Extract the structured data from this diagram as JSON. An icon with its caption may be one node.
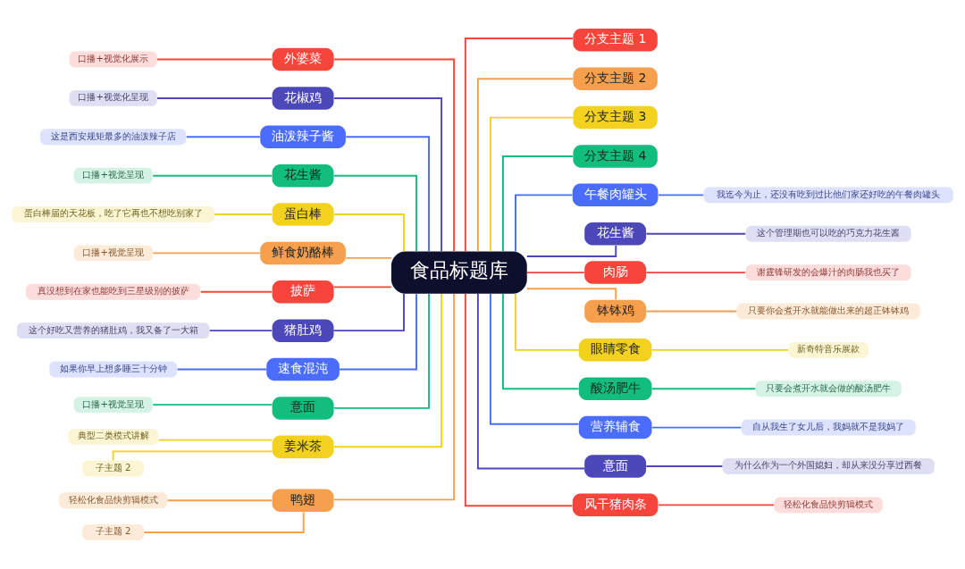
{
  "diagram": {
    "nodes": [
      {
        "text": [
          "食品标题库"
        ]
      },
      {
        "text": [
          "外婆菜"
        ]
      },
      {
        "text": [
          "口播+视觉化展示"
        ]
      },
      {
        "text": [
          "花椒鸡"
        ]
      },
      {
        "text": [
          "口播+视觉化呈现"
        ]
      },
      {
        "text": [
          "油泼辣子酱"
        ]
      },
      {
        "text": [
          "这是西安规矩最多的油泼辣子店"
        ]
      },
      {
        "text": [
          "花生酱"
        ]
      },
      {
        "text": [
          "口播+视觉呈现"
        ]
      },
      {
        "text": [
          "蛋白棒"
        ]
      },
      {
        "text": [
          "蛋白棒届的天花板，吃了它再也不想吃别家了"
        ]
      },
      {
        "text": [
          "鲜食奶酪棒"
        ]
      },
      {
        "text": [
          "口播+视觉呈现"
        ]
      },
      {
        "text": [
          "披萨"
        ]
      },
      {
        "text": [
          "真没想到在家也能吃到三星级别的披萨"
        ]
      },
      {
        "text": [
          "猪肚鸡"
        ]
      },
      {
        "text": [
          "这个好吃又营养的猪肚鸡，我又备了一大箱"
        ]
      },
      {
        "text": [
          "速食混沌"
        ]
      },
      {
        "text": [
          "如果你早上想多睡三十分钟"
        ]
      },
      {
        "text": [
          "意面"
        ]
      },
      {
        "text": [
          "口播+视觉呈现"
        ]
      },
      {
        "text": [
          "姜米茶"
        ]
      },
      {
        "text": [
          "典型二类模式讲解"
        ]
      },
      {
        "text": [
          "子主题 2"
        ]
      },
      {
        "text": [
          "鸭翅"
        ]
      },
      {
        "text": [
          "轻松化食品快剪辑模式"
        ]
      },
      {
        "text": [
          "子主题 2"
        ]
      },
      {
        "text": [
          "分支主题 1"
        ]
      },
      {
        "text": [
          "分支主题 2"
        ]
      },
      {
        "text": [
          "分支主题 3"
        ]
      },
      {
        "text": [
          "分支主题 4"
        ]
      },
      {
        "text": [
          "午餐肉罐头"
        ]
      },
      {
        "text": [
          "我迄今为止，还没有吃到过比他们家还好吃的午餐肉罐头"
        ]
      },
      {
        "text": [
          "花生酱"
        ]
      },
      {
        "text": [
          "这个管理期也可以吃的巧克力花生酱"
        ]
      },
      {
        "text": [
          "肉肠"
        ]
      },
      {
        "text": [
          "谢霆锋研发的会爆汁的肉肠我也买了"
        ]
      },
      {
        "text": [
          "钵钵鸡"
        ]
      },
      {
        "text": [
          "只要你会煮开水就能做出来的超正钵钵鸡"
        ]
      },
      {
        "text": [
          "眼睛零食"
        ]
      },
      {
        "text": [
          "新奇特音乐展款"
        ]
      },
      {
        "text": [
          "酸汤肥牛"
        ]
      },
      {
        "text": [
          "只要会煮开水就会做的酸汤肥牛"
        ]
      },
      {
        "text": [
          "营养辅食"
        ]
      },
      {
        "text": [
          "自从我生了女儿后，我妈就不是我妈了"
        ]
      },
      {
        "text": [
          "意面"
        ]
      },
      {
        "text": [
          "为什么作为一个外国媳妇，却从来没分享过西餐"
        ]
      },
      {
        "text": [
          "风干猪肉条"
        ]
      },
      {
        "text": [
          "轻松化食品快剪辑模式"
        ]
      }
    ],
    "edges": [
      {
        "from": 2,
        "to": 1,
        "arrow": "none",
        "color": "#f8453c"
      },
      {
        "from": 1,
        "to": 0,
        "arrow": "none",
        "color": "#f8453c"
      },
      {
        "from": 4,
        "to": 3,
        "arrow": "none",
        "color": "#4c48b9"
      },
      {
        "from": 3,
        "to": 0,
        "arrow": "none",
        "color": "#4c48b9"
      },
      {
        "from": 6,
        "to": 5,
        "arrow": "none",
        "color": "#4a6cff"
      },
      {
        "from": 5,
        "to": 0,
        "arrow": "none",
        "color": "#4a6cff"
      },
      {
        "from": 8,
        "to": 7,
        "arrow": "none",
        "color": "#12bd7e"
      },
      {
        "from": 7,
        "to": 0,
        "arrow": "none",
        "color": "#12bd7e"
      },
      {
        "from": 10,
        "to": 9,
        "arrow": "none",
        "color": "#f2d21f"
      },
      {
        "from": 9,
        "to": 0,
        "arrow": "none",
        "color": "#f2d21f"
      },
      {
        "from": 12,
        "to": 11,
        "arrow": "none",
        "color": "#f6a04d"
      },
      {
        "from": 11,
        "to": 0,
        "arrow": "none",
        "color": "#f6a04d"
      },
      {
        "from": 14,
        "to": 13,
        "arrow": "none",
        "color": "#f8453c"
      },
      {
        "from": 13,
        "to": 0,
        "arrow": "none",
        "color": "#f8453c"
      },
      {
        "from": 16,
        "to": 15,
        "arrow": "none",
        "color": "#4c48b9"
      },
      {
        "from": 15,
        "to": 0,
        "arrow": "none",
        "color": "#4c48b9"
      },
      {
        "from": 18,
        "to": 17,
        "arrow": "none",
        "color": "#4a6cff"
      },
      {
        "from": 17,
        "to": 0,
        "arrow": "none",
        "color": "#4a6cff"
      },
      {
        "from": 20,
        "to": 19,
        "arrow": "none",
        "color": "#12bd7e"
      },
      {
        "from": 19,
        "to": 0,
        "arrow": "none",
        "color": "#12bd7e"
      },
      {
        "from": 22,
        "to": 21,
        "arrow": "none",
        "color": "#f2d21f"
      },
      {
        "from": 23,
        "to": 21,
        "arrow": "none",
        "color": "#f2d21f"
      },
      {
        "from": 21,
        "to": 0,
        "arrow": "none",
        "color": "#f2d21f"
      },
      {
        "from": 25,
        "to": 24,
        "arrow": "none",
        "color": "#f6a04d"
      },
      {
        "from": 26,
        "to": 24,
        "arrow": "none",
        "color": "#f6a04d"
      },
      {
        "from": 24,
        "to": 0,
        "arrow": "none",
        "color": "#f6a04d"
      },
      {
        "from": 0,
        "to": 27,
        "arrow": "none",
        "color": "#f8453c"
      },
      {
        "from": 0,
        "to": 28,
        "arrow": "none",
        "color": "#f6a04d"
      },
      {
        "from": 0,
        "to": 29,
        "arrow": "none",
        "color": "#f2d21f"
      },
      {
        "from": 0,
        "to": 30,
        "arrow": "none",
        "color": "#12bd7e"
      },
      {
        "from": 0,
        "to": 31,
        "arrow": "none",
        "color": "#4a6cff"
      },
      {
        "from": 31,
        "to": 32,
        "arrow": "none",
        "color": "#4a6cff"
      },
      {
        "from": 0,
        "to": 33,
        "arrow": "none",
        "color": "#4c48b9"
      },
      {
        "from": 33,
        "to": 34,
        "arrow": "none",
        "color": "#4c48b9"
      },
      {
        "from": 0,
        "to": 35,
        "arrow": "none",
        "color": "#f8453c"
      },
      {
        "from": 35,
        "to": 36,
        "arrow": "none",
        "color": "#f8453c"
      },
      {
        "from": 0,
        "to": 37,
        "arrow": "none",
        "color": "#f6a04d"
      },
      {
        "from": 37,
        "to": 38,
        "arrow": "none",
        "color": "#f6a04d"
      },
      {
        "from": 0,
        "to": 39,
        "arrow": "none",
        "color": "#f2d21f"
      },
      {
        "from": 39,
        "to": 40,
        "arrow": "none",
        "color": "#f2d21f"
      },
      {
        "from": 0,
        "to": 41,
        "arrow": "none",
        "color": "#12bd7e"
      },
      {
        "from": 41,
        "to": 42,
        "arrow": "none",
        "color": "#12bd7e"
      },
      {
        "from": 0,
        "to": 43,
        "arrow": "none",
        "color": "#4a6cff"
      },
      {
        "from": 43,
        "to": 44,
        "arrow": "none",
        "color": "#4a6cff"
      },
      {
        "from": 0,
        "to": 45,
        "arrow": "none",
        "color": "#4c48b9"
      },
      {
        "from": 45,
        "to": 46,
        "arrow": "none",
        "color": "#4c48b9"
      },
      {
        "from": 0,
        "to": 47,
        "arrow": "none",
        "color": "#f8453c"
      },
      {
        "from": 47,
        "to": 48,
        "arrow": "none",
        "color": "#f8453c"
      }
    ]
  }
}
